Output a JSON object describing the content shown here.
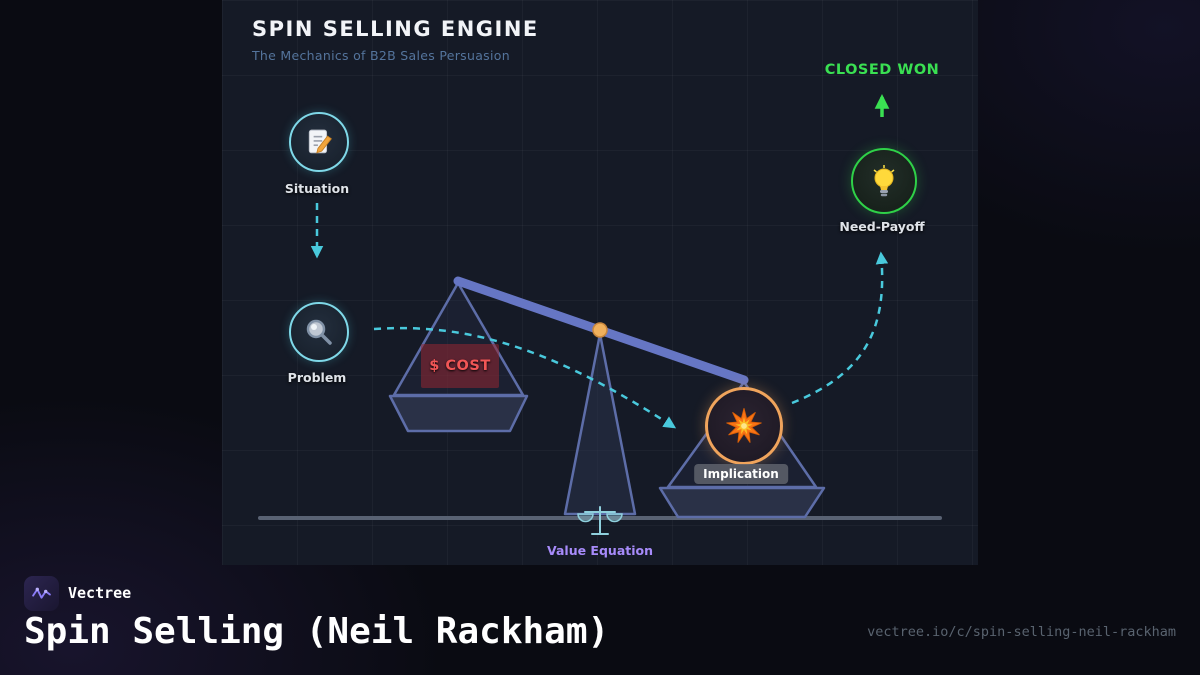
{
  "engine": {
    "title": "SPIN SELLING ENGINE",
    "subtitle": "The Mechanics of B2B Sales Persuasion"
  },
  "nodes": {
    "situation": {
      "label": "Situation",
      "icon": "memo-icon"
    },
    "problem": {
      "label": "Problem",
      "icon": "magnifier-icon"
    },
    "implication": {
      "label": "Implication",
      "icon": "explosion-icon"
    },
    "need_payoff": {
      "label": "Need-Payoff",
      "icon": "lightbulb-icon"
    }
  },
  "scale": {
    "cost_label": "$ COST",
    "value_equation_label": "Value Equation",
    "icon": "scales-icon"
  },
  "outcome": {
    "closed_won_label": "CLOSED WON"
  },
  "footer": {
    "brand": "Vectree",
    "title": "Spin Selling (Neil Rackham)",
    "url": "vectree.io/c/spin-selling-neil-rackham"
  },
  "colors": {
    "accent_teal": "#49c9dc",
    "accent_green": "#3ae052",
    "accent_orange": "#f0a45c",
    "accent_red": "#ef5350",
    "accent_purple": "#a78bfa",
    "beam_blue": "#6676c4",
    "panel_bg": "#151a26",
    "page_bg": "#0a0b12"
  }
}
